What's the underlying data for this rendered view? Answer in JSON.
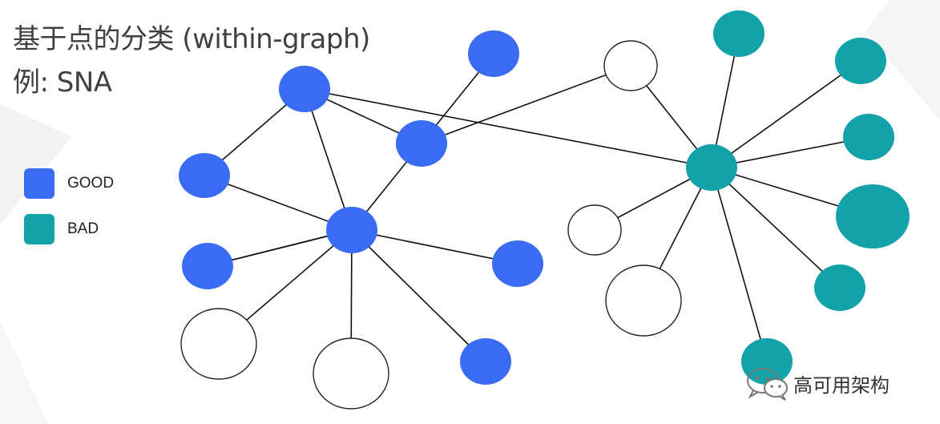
{
  "title": {
    "line1": "基于点的分类 (within-graph)",
    "line2": "例: SNA"
  },
  "legend": [
    {
      "label": "GOOD",
      "color": "#3a6cf3"
    },
    {
      "label": "BAD",
      "color": "#13a1aa"
    }
  ],
  "colors": {
    "good": "#3a6cf3",
    "bad": "#13a1aa",
    "unknown": "#ffffff",
    "edge": "#111111",
    "node_stroke": "#222222"
  },
  "graph": {
    "nodes": [
      {
        "id": "g1",
        "class": "good"
      },
      {
        "id": "g2",
        "class": "good"
      },
      {
        "id": "g3",
        "class": "good"
      },
      {
        "id": "g4",
        "class": "good"
      },
      {
        "id": "g5",
        "class": "good"
      },
      {
        "id": "g6",
        "class": "good"
      },
      {
        "id": "g7",
        "class": "good"
      },
      {
        "id": "g8",
        "class": "good"
      },
      {
        "id": "u1",
        "class": "unknown"
      },
      {
        "id": "u2",
        "class": "unknown"
      },
      {
        "id": "u3",
        "class": "unknown"
      },
      {
        "id": "u4",
        "class": "unknown"
      },
      {
        "id": "u5",
        "class": "unknown"
      },
      {
        "id": "b0",
        "class": "bad"
      },
      {
        "id": "b1",
        "class": "bad"
      },
      {
        "id": "b2",
        "class": "bad"
      },
      {
        "id": "b3",
        "class": "bad"
      },
      {
        "id": "b4",
        "class": "bad"
      },
      {
        "id": "b5",
        "class": "bad"
      },
      {
        "id": "b6",
        "class": "bad"
      }
    ],
    "edges": [
      [
        "g1",
        "g2"
      ],
      [
        "g1",
        "g3"
      ],
      [
        "g2",
        "g3"
      ],
      [
        "g2",
        "g4"
      ],
      [
        "g2",
        "g6"
      ],
      [
        "g2",
        "g7"
      ],
      [
        "g2",
        "g8"
      ],
      [
        "g2",
        "u1"
      ],
      [
        "g2",
        "u2"
      ],
      [
        "g3",
        "g5"
      ],
      [
        "g3",
        "b0"
      ],
      [
        "g4",
        "g2"
      ],
      [
        "g5",
        "u3"
      ],
      [
        "u3",
        "b0"
      ],
      [
        "b0",
        "b1"
      ],
      [
        "b0",
        "b2"
      ],
      [
        "b0",
        "b3"
      ],
      [
        "b0",
        "b4"
      ],
      [
        "b0",
        "b5"
      ],
      [
        "b0",
        "b6"
      ],
      [
        "b0",
        "u4"
      ],
      [
        "b0",
        "u5"
      ]
    ]
  },
  "watermark": {
    "text": "高可用架构",
    "icon": "wechat-icon"
  }
}
